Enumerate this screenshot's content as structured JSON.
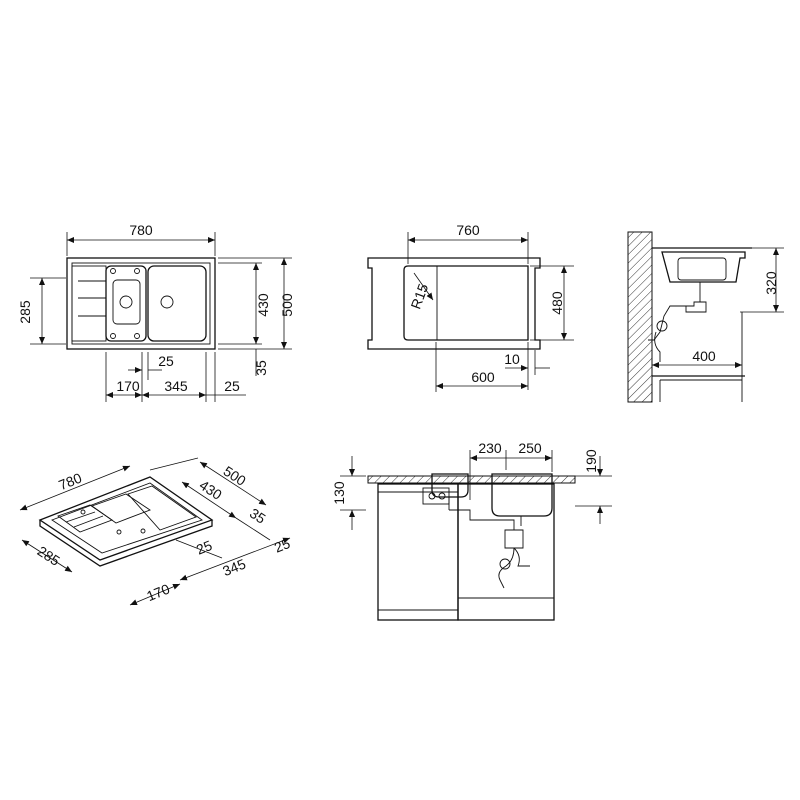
{
  "views": {
    "top_view": {
      "width_label": "780",
      "depth_left_label": "285",
      "depth_inner_label": "430",
      "depth_outer_label": "500",
      "dim_170": "170",
      "dim_25a": "25",
      "dim_345": "345",
      "dim_25b": "25",
      "dim_35": "35"
    },
    "cutout_view": {
      "width_label": "760",
      "radius_label": "R15",
      "depth_label": "480",
      "offset_label": "10",
      "cabinet_label": "600"
    },
    "side_view": {
      "height_label": "320",
      "depth_label": "400"
    },
    "iso_view": {
      "width_label": "780",
      "depth_outer_label": "500",
      "depth_inner_label": "430",
      "dim_35": "35",
      "depth_left_label": "285",
      "dim_25a": "25",
      "dim_345": "345",
      "dim_25b": "25",
      "dim_170": "170"
    },
    "front_view": {
      "height_label": "130",
      "bowl_small_label": "230",
      "bowl_large_label": "250",
      "height_right_label": "190"
    }
  }
}
